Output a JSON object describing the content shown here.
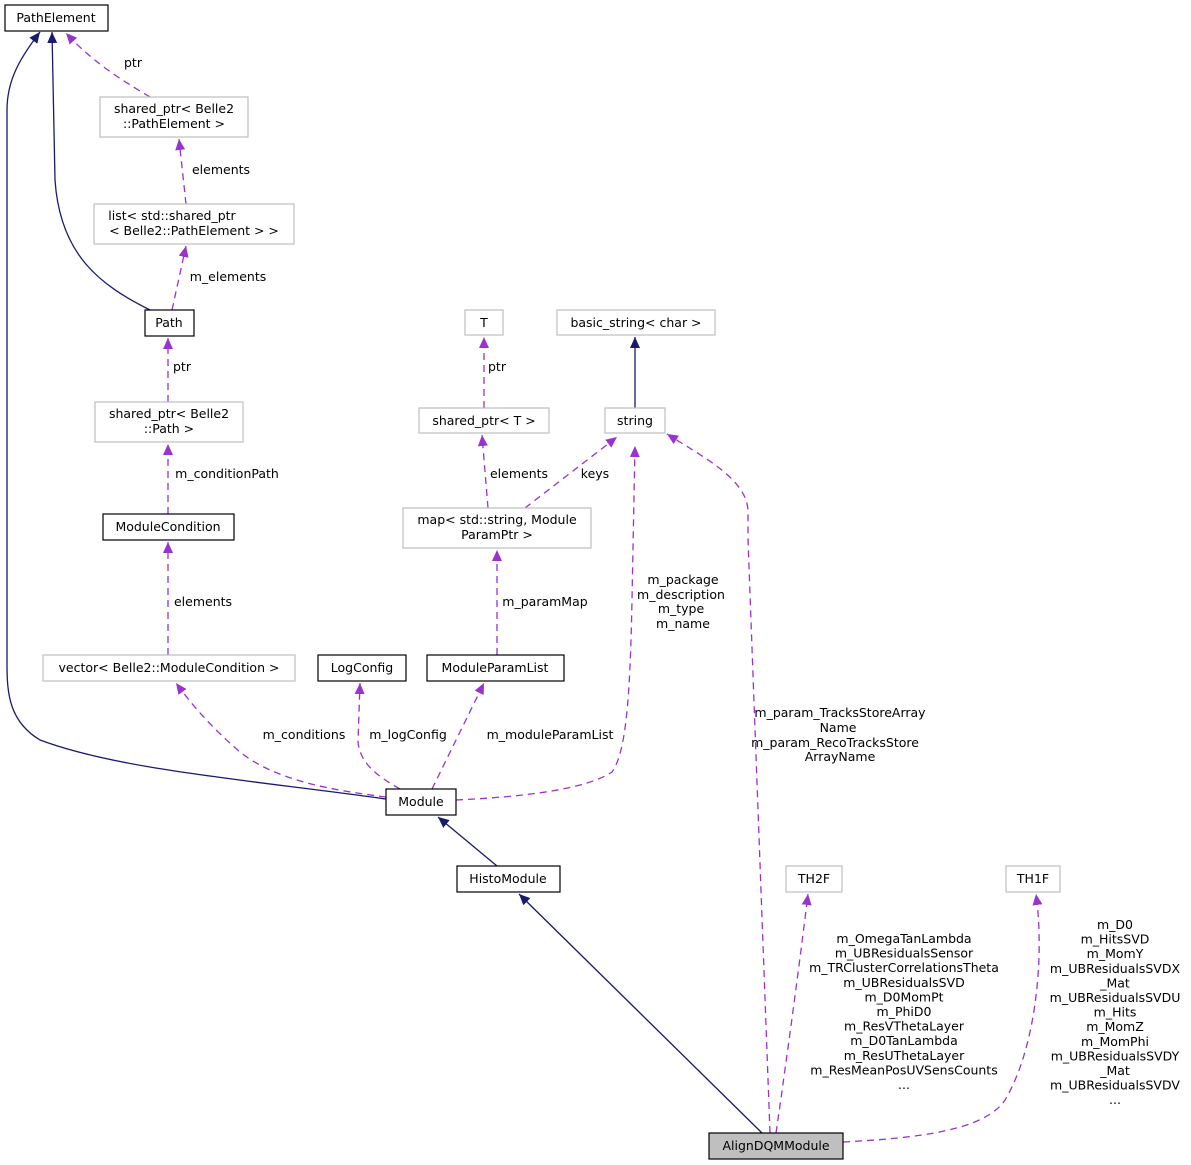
{
  "nodes": {
    "path_element": "PathElement",
    "shared_ptr_pathelement": [
      "shared_ptr< Belle2",
      "::PathElement >"
    ],
    "list_shared_ptr": [
      "list< std::shared_ptr",
      "< Belle2::PathElement > >"
    ],
    "path": "Path",
    "t": "T",
    "basic_string": "basic_string< char >",
    "shared_ptr_path": [
      "shared_ptr< Belle2",
      "::Path >"
    ],
    "shared_ptr_t": "shared_ptr< T >",
    "string": "string",
    "module_condition": "ModuleCondition",
    "map_param": [
      "map< std::string, Module",
      "ParamPtr >"
    ],
    "vector_condition": "vector< Belle2::ModuleCondition >",
    "log_config": "LogConfig",
    "module_param_list": "ModuleParamList",
    "module": "Module",
    "histo_module": "HistoModule",
    "th2f": "TH2F",
    "th1f": "TH1F",
    "align_dqm_module": "AlignDQMModule"
  },
  "edge_labels": {
    "ptr_pathelement": "ptr",
    "elements_list": "elements",
    "m_elements": "m_elements",
    "ptr_path": "ptr",
    "m_condition_path": "m_conditionPath",
    "elements_vector": "elements",
    "m_conditions": "m_conditions",
    "m_log_config": "m_logConfig",
    "m_module_param_list": "m_moduleParamList",
    "module_strings": [
      "m_package",
      "m_description",
      "m_type",
      "m_name"
    ],
    "elements_map": "elements",
    "keys": "keys",
    "m_param_map": "m_paramMap",
    "ptr_t": "ptr",
    "align_strings": [
      "m_param_TracksStoreArray",
      "Name",
      "m_param_RecoTracksStore",
      "ArrayName"
    ],
    "align_th2f": [
      "m_OmegaTanLambda",
      "m_UBResidualsSensor",
      "m_TRClusterCorrelationsTheta",
      "m_UBResidualsSVD",
      "m_D0MomPt",
      "m_PhiD0",
      "m_ResVThetaLayer",
      "m_D0TanLambda",
      "m_ResUThetaLayer",
      "m_ResMeanPosUVSensCounts",
      "..."
    ],
    "align_th1f": [
      "m_D0",
      "m_HitsSVD",
      "m_MomY",
      "m_UBResidualsSVDX",
      "_Mat",
      "m_UBResidualsSVDU",
      "m_Hits",
      "m_MomZ",
      "m_MomPhi",
      "m_UBResidualsSVDY",
      "_Mat",
      "m_UBResidualsSVDV",
      "..."
    ]
  },
  "colors": {
    "inheritance": "#191970",
    "usage": "#9a32cd",
    "selected_fill": "#bfbfbf"
  }
}
